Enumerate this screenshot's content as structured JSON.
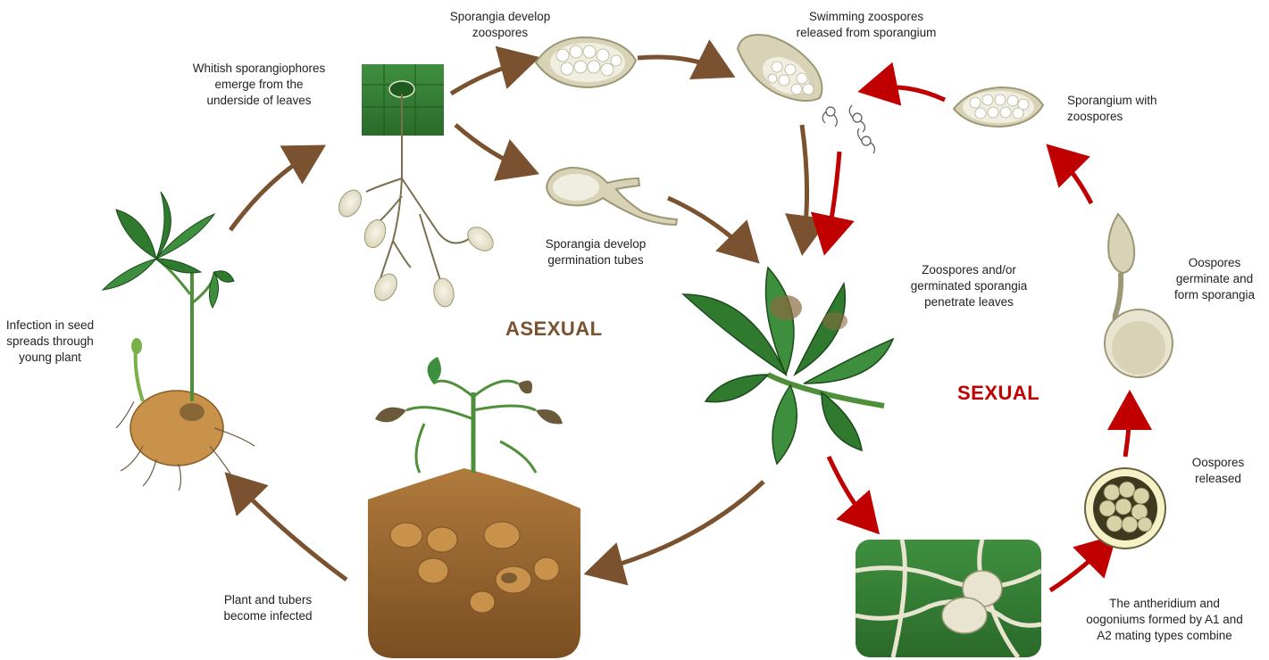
{
  "headings": {
    "asexual": "ASEXUAL",
    "sexual": "SEXUAL"
  },
  "labels": {
    "sporangia_zoospores": "Sporangia develop\nzoospores",
    "swimming_zoospores": "Swimming zoospores\nreleased from sporangium",
    "sporangiophores": "Whitish sporangiophores\nemerge from the\nunderside of leaves",
    "sporangium_with_zoospores": "Sporangium with\nzoospores",
    "germination_tubes": "Sporangia develop\ngermination tubes",
    "penetrate_leaves": "Zoospores and/or\ngerminated sporangia\npenetrate leaves",
    "oospores_germinate": "Oospores\ngerminate and\nform sporangia",
    "seed_infection": "Infection in seed\nspreads through\nyoung plant",
    "oospores_released": "Oospores\nreleased",
    "plant_tubers_infected": "Plant and tubers\nbecome infected",
    "mating_types": "The antheridium and\noogoniums formed by A1 and\nA2 mating types combine"
  },
  "colors": {
    "asexual": "#7a5230",
    "sexual": "#c00000",
    "leaf": "#2f7a2f",
    "leaf_light": "#3d8f3d",
    "spore": "#e8e4d0",
    "spore_outline": "#9c9775",
    "soil": "#a06a30",
    "tuber": "#c9924a"
  }
}
